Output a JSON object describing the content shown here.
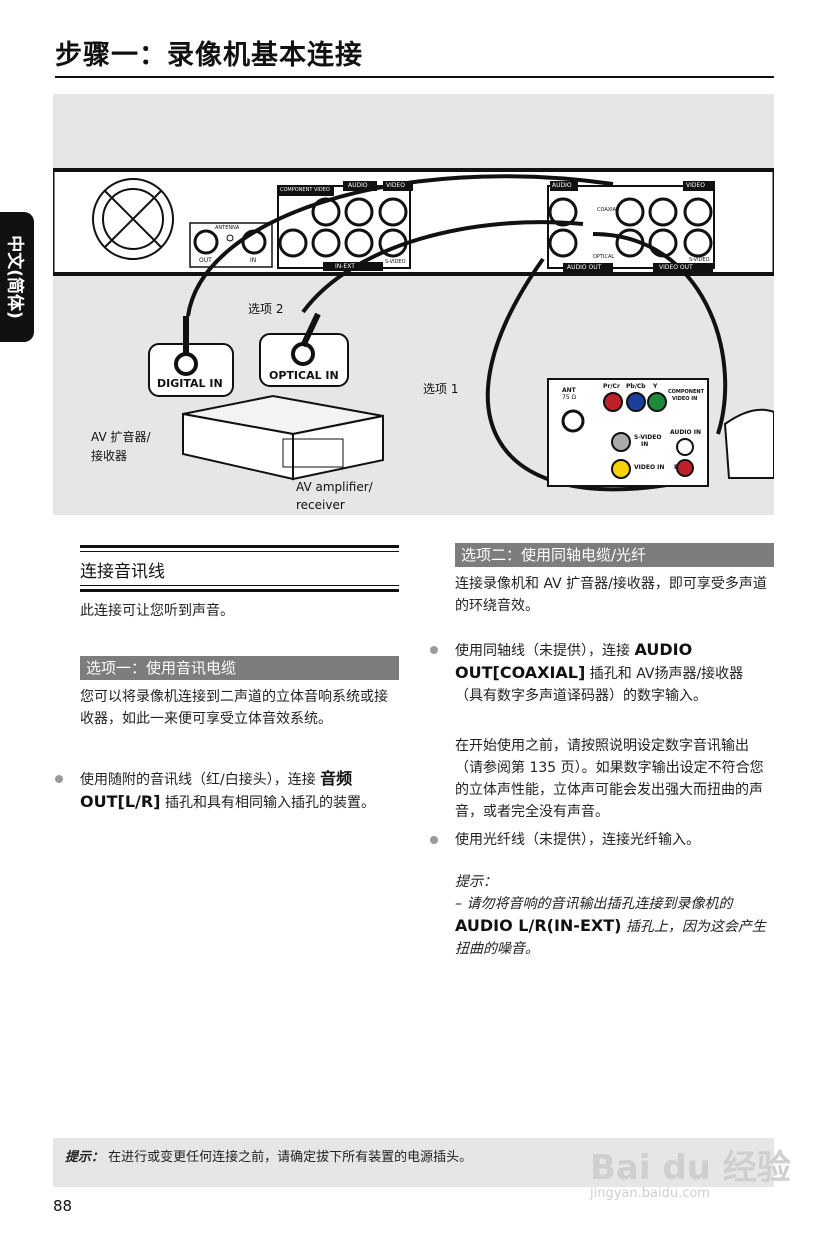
{
  "page": {
    "title": "步骤一：录像机基本连接",
    "side_tab": "中文(简体)",
    "page_number": "88"
  },
  "figure": {
    "option2_label": "选项 2",
    "option1_label": "选项 1",
    "digital_in": "DIGITAL IN",
    "optical_in": "OPTICAL IN",
    "amp_cn_line1": "AV 扩音器/",
    "amp_cn_line2": "接收器",
    "amp_en_line1": "AV amplifier/",
    "amp_en_line2": "receiver",
    "rear": {
      "antenna": "ANTENNA",
      "out": "OUT",
      "in": "IN",
      "component_video": "COMPONENT VIDEO",
      "audio": "AUDIO",
      "video": "VIDEO",
      "in_ext": "IN-EXT",
      "s_video": "S-VIDEO",
      "audio2": "AUDIO",
      "coaxial": "COAXIAL",
      "optical": "OPTICAL",
      "audio_out": "AUDIO OUT",
      "video_out": "VIDEO OUT",
      "video2": "VIDEO",
      "s_video2": "S-VIDEO"
    },
    "tv": {
      "ant_line1": "ANT",
      "ant_line2": "75 Ω",
      "pr_cr": "Pr/Cr",
      "pb_cb": "Pb/Cb",
      "y": "Y",
      "component_line1": "COMPONENT",
      "component_line2": "VIDEO IN",
      "s_video_line1": "S-VIDEO",
      "s_video_line2": "IN",
      "video_in": "VIDEO IN",
      "audio_in": "AUDIO IN",
      "l": "L",
      "r": "R"
    }
  },
  "left": {
    "section_title": "连接音讯线",
    "intro": "此连接可让您听到声音。",
    "option1_bar": "选项一：使用音讯电缆",
    "option1_text": "您可以将录像机连接到二声道的立体音响系统或接收器，如此一来便可享受立体音效系统。",
    "bullet1_pre": "使用随附的音讯线（红/白接头），连接",
    "bullet1_bold": "音频 OUT[L/R]",
    "bullet1_post": "插孔和具有相同输入插孔的装置。"
  },
  "right": {
    "option2_bar": "选项二：使用同轴电缆/光纤",
    "intro": "连接录像机和 AV 扩音器/接收器，即可享受多声道的环绕音效。",
    "bullet1_pre": "使用同轴线（未提供），连接",
    "bullet1_bold": "AUDIO OUT[COAXIAL]",
    "bullet1_post": "插孔和 AV扬声器/接收器（具有数字多声道译码器）的数字输入。",
    "para": "在开始使用之前，请按照说明设定数字音讯输出（请参阅第 135 页）。如果数字输出设定不符合您的立体声性能，立体声可能会发出强大而扭曲的声音，或者完全没有声音。",
    "bullet2": "使用光纤线（未提供），连接光纤输入。",
    "tip_title": "提示：",
    "tip_pre": "– 请勿将音响的音讯输出插孔连接到录像机的",
    "tip_bold": "AUDIO L/R(IN-EXT)",
    "tip_post": "插孔上，因为这会产生扭曲的噪音。"
  },
  "footer": {
    "label": "提示：",
    "text": "在进行或变更任何连接之前，请确定拔下所有装置的电源插头。"
  },
  "watermark": {
    "logo": "Bai du 经验",
    "url": "jingyan.baidu.com"
  }
}
